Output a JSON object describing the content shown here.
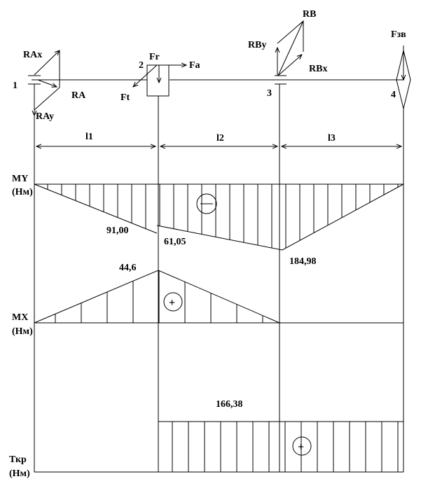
{
  "scheme": {
    "points": [
      "1",
      "2",
      "3",
      "4"
    ],
    "forces": {
      "RAx": "RAx",
      "RA": "RA",
      "RAy": "RAy",
      "Fr": "Fr",
      "Fa": "Fa",
      "Ft": "Ft",
      "RB": "RB",
      "RBy": "RBy",
      "RBx": "RBx",
      "Fzv": "Fзв"
    },
    "lengths": [
      "l1",
      "l2",
      "l3"
    ]
  },
  "diagrams": {
    "my": {
      "label": "MY",
      "unit": "(Нм)",
      "sign": "—",
      "values": {
        "a": "91,00",
        "b": "61,05",
        "c": "184,98"
      }
    },
    "mx": {
      "label": "MX",
      "unit": "(Нм)",
      "sign": "+",
      "values": {
        "a": "44,6"
      }
    },
    "tkr": {
      "label": "Ткр",
      "unit": "(Нм)",
      "sign": "+",
      "values": {
        "a": "166,38"
      }
    }
  }
}
